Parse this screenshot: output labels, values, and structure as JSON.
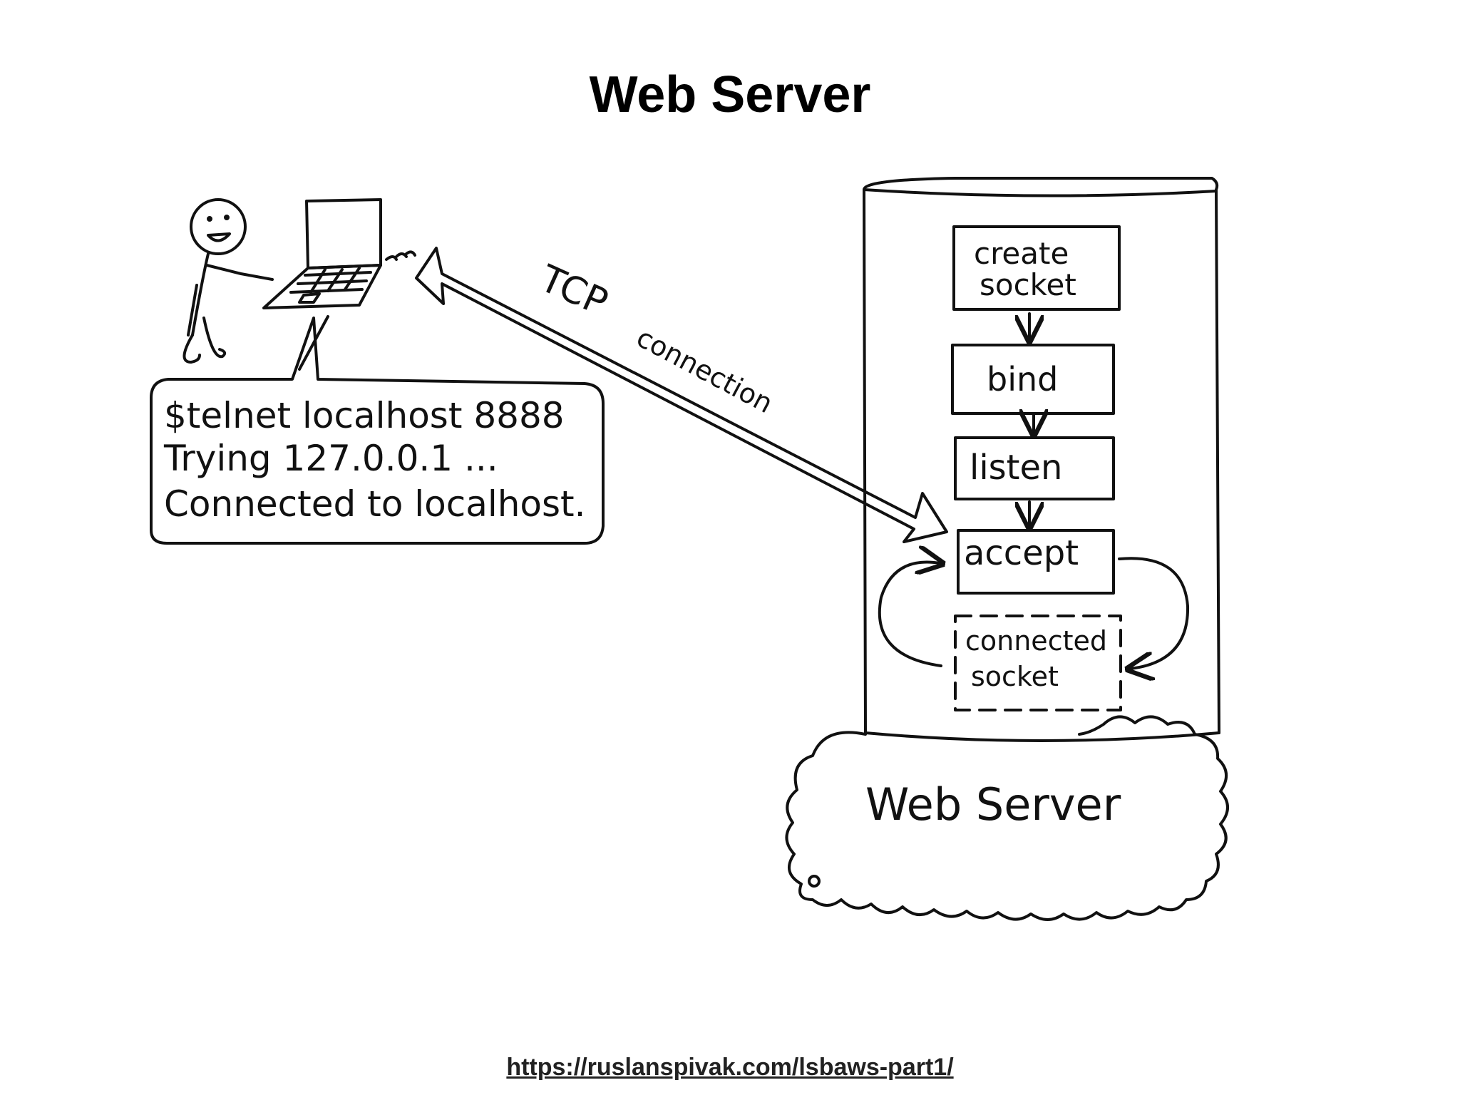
{
  "title": "Web Server",
  "client": {
    "terminal_lines": [
      "$telnet localhost 8888",
      "Trying 127.0.0.1 ...",
      "Connected to localhost."
    ]
  },
  "connection_label": {
    "line1": "TCP",
    "line2": "connection"
  },
  "server": {
    "steps": [
      "create",
      "socket",
      "bind",
      "listen",
      "accept"
    ],
    "connected_socket": [
      "connected",
      "socket"
    ],
    "label": "Web Server"
  },
  "footer": {
    "link": "https://ruslanspivak.com/lsbaws-part1/"
  }
}
